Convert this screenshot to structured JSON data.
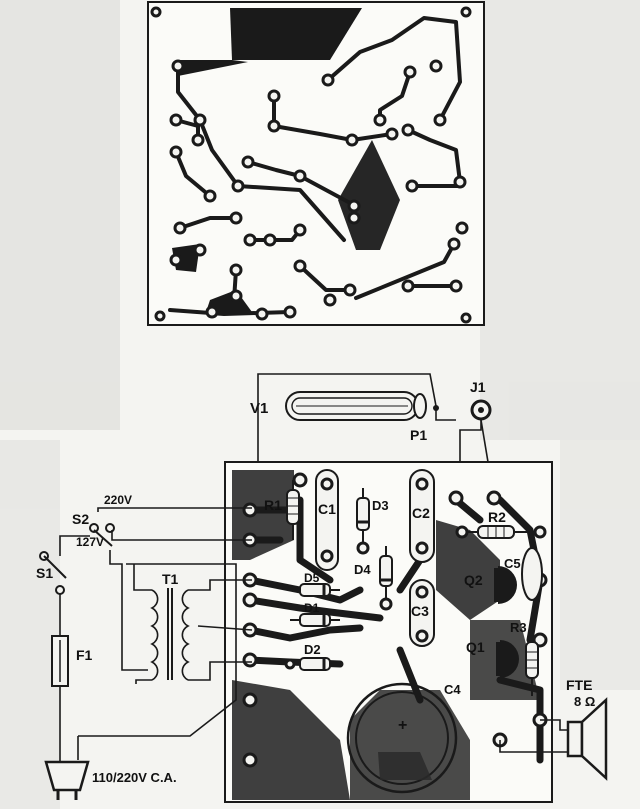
{
  "labels": {
    "v1": "V1",
    "p1": "P1",
    "j1": "J1",
    "r1": "R1",
    "c1": "C1",
    "d3": "D3",
    "c2": "C2",
    "r2": "R2",
    "c5": "C5",
    "d4": "D4",
    "d5": "D5",
    "d1": "D1",
    "d2": "D2",
    "c3": "C3",
    "q2": "Q2",
    "q1": "Q1",
    "r3": "R3",
    "c4": "C4",
    "s1": "S1",
    "s2": "S2",
    "t1": "T1",
    "f1": "F1",
    "v220": "220V",
    "v127": "127V",
    "mains": "110/220V C.A.",
    "fte": "FTE",
    "fte_ohm": "8 Ω",
    "plus": "+"
  },
  "colors": {
    "ink": "#1a1a1a",
    "paper": "#f4f4f1",
    "bleed": "#b8b8b4"
  },
  "icons": [
    "mains-plug-icon",
    "speaker-icon",
    "switch-icon",
    "fuse-icon",
    "transformer-icon"
  ]
}
